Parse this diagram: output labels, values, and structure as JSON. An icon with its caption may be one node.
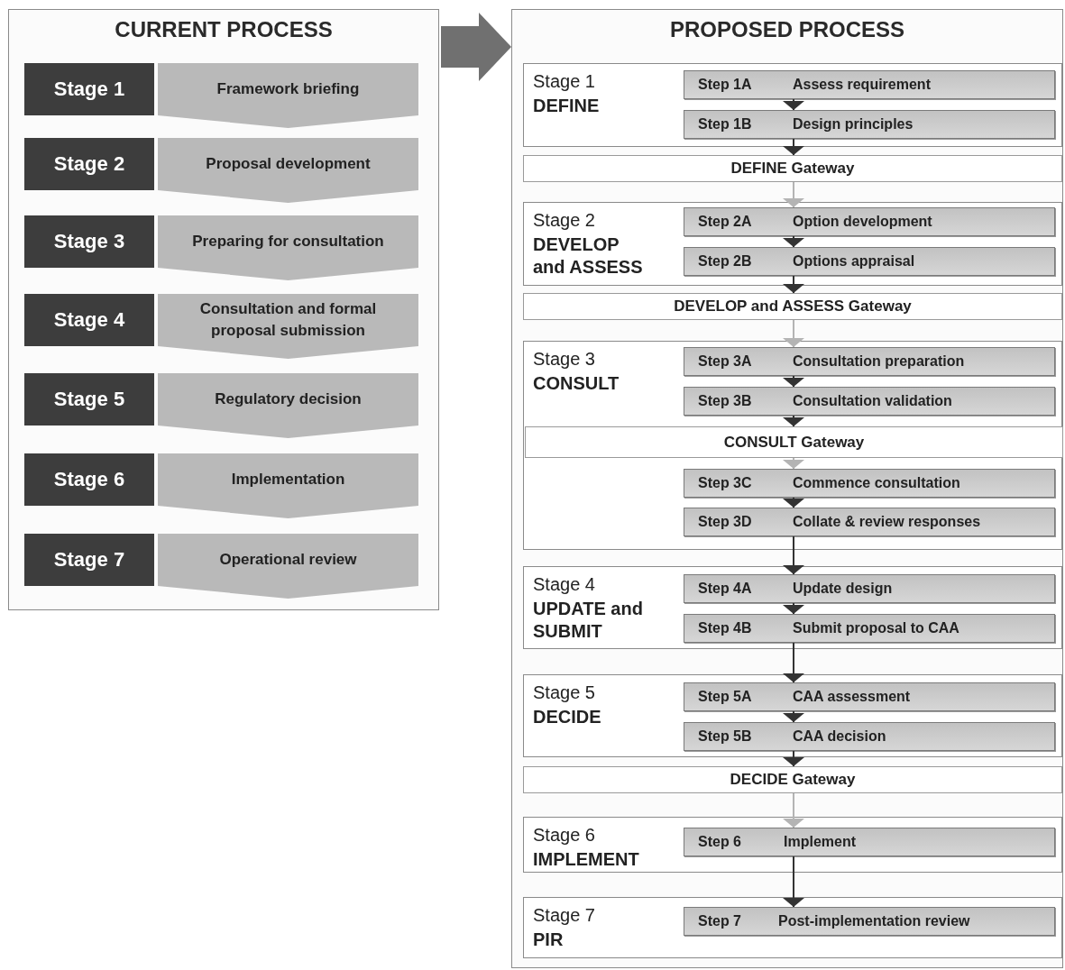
{
  "diagram": {
    "nodes": [
      {
        "text": [
          "CURRENT PROCESS"
        ]
      },
      {
        "text": [
          "Stage 1"
        ],
        "in": 0
      },
      {
        "text": [
          "Framework briefing"
        ],
        "in": 0
      },
      {
        "text": [
          "Stage 2"
        ],
        "in": 0
      },
      {
        "text": [
          "Proposal development"
        ],
        "in": 0
      },
      {
        "text": [
          "Stage 3"
        ],
        "in": 0
      },
      {
        "text": [
          "Preparing for consultation"
        ],
        "in": 0
      },
      {
        "text": [
          "Stage 4"
        ],
        "in": 0
      },
      {
        "text": [
          "Consultation and formal proposal submission"
        ],
        "in": 0
      },
      {
        "text": [
          "Stage 5"
        ],
        "in": 0
      },
      {
        "text": [
          "Regulatory decision"
        ],
        "in": 0
      },
      {
        "text": [
          "Stage 6"
        ],
        "in": 0
      },
      {
        "text": [
          "Implementation"
        ],
        "in": 0
      },
      {
        "text": [
          "Stage 7"
        ],
        "in": 0
      },
      {
        "text": [
          "Operational review"
        ],
        "in": 0
      },
      {
        "text": [
          "PROPOSED PROCESS"
        ]
      },
      {
        "text": [
          "Stage 1",
          "DEFINE"
        ],
        "in": 15
      },
      {
        "text": [
          "Step 1A",
          "Assess requirement"
        ],
        "in": 16
      },
      {
        "text": [
          "Step 1B",
          "Design principles"
        ],
        "in": 16
      },
      {
        "text": [
          "DEFINE Gateway"
        ],
        "in": 15
      },
      {
        "text": [
          "Stage 2",
          "DEVELOP and ASSESS"
        ],
        "in": 15
      },
      {
        "text": [
          "Step 2A",
          "Option development"
        ],
        "in": 20
      },
      {
        "text": [
          "Step 2B",
          "Options appraisal"
        ],
        "in": 20
      },
      {
        "text": [
          "DEVELOP and ASSESS Gateway"
        ],
        "in": 15
      },
      {
        "text": [
          "Stage 3",
          "CONSULT"
        ],
        "in": 15
      },
      {
        "text": [
          "Step 3A",
          "Consultation preparation"
        ],
        "in": 24
      },
      {
        "text": [
          "Step 3B",
          "Consultation validation"
        ],
        "in": 24
      },
      {
        "text": [
          "CONSULT Gateway"
        ],
        "in": 24
      },
      {
        "text": [
          "Step 3C",
          "Commence consultation"
        ],
        "in": 24
      },
      {
        "text": [
          "Step 3D",
          "Collate & review responses"
        ],
        "in": 24
      },
      {
        "text": [
          "Stage 4",
          "UPDATE and SUBMIT"
        ],
        "in": 15
      },
      {
        "text": [
          "Step 4A",
          "Update design"
        ],
        "in": 30
      },
      {
        "text": [
          "Step 4B",
          "Submit proposal to CAA"
        ],
        "in": 30
      },
      {
        "text": [
          "Stage 5",
          "DECIDE"
        ],
        "in": 15
      },
      {
        "text": [
          "Step 5A",
          "CAA assessment"
        ],
        "in": 33
      },
      {
        "text": [
          "Step 5B",
          "CAA decision"
        ],
        "in": 33
      },
      {
        "text": [
          "DECIDE Gateway"
        ],
        "in": 15
      },
      {
        "text": [
          "Stage 6",
          "IMPLEMENT"
        ],
        "in": 15
      },
      {
        "text": [
          "Step 6",
          "Implement"
        ],
        "in": 37
      },
      {
        "text": [
          "Stage 7",
          "PIR"
        ],
        "in": 15
      },
      {
        "text": [
          "Step 7",
          "Post-implementation review"
        ],
        "in": 39
      }
    ],
    "edges": [
      {
        "from": 0,
        "to": 15,
        "arrow": "to",
        "style": "thick",
        "color": "#707070"
      },
      {
        "from": 17,
        "to": 18,
        "arrow": "to"
      },
      {
        "from": 18,
        "to": 19,
        "arrow": "to"
      },
      {
        "from": 19,
        "to": 21,
        "arrow": "to",
        "color": "#b4b4b4"
      },
      {
        "from": 21,
        "to": 22,
        "arrow": "to"
      },
      {
        "from": 22,
        "to": 23,
        "arrow": "to"
      },
      {
        "from": 23,
        "to": 25,
        "arrow": "to",
        "color": "#b4b4b4"
      },
      {
        "from": 25,
        "to": 26,
        "arrow": "to"
      },
      {
        "from": 26,
        "to": 27,
        "arrow": "to"
      },
      {
        "from": 27,
        "to": 28,
        "arrow": "to",
        "color": "#b4b4b4"
      },
      {
        "from": 28,
        "to": 29,
        "arrow": "to"
      },
      {
        "from": 29,
        "to": 31,
        "arrow": "to"
      },
      {
        "from": 31,
        "to": 32,
        "arrow": "to"
      },
      {
        "from": 32,
        "to": 34,
        "arrow": "to"
      },
      {
        "from": 34,
        "to": 35,
        "arrow": "to"
      },
      {
        "from": 35,
        "to": 36,
        "arrow": "to"
      },
      {
        "from": 36,
        "to": 38,
        "arrow": "to",
        "color": "#b4b4b4"
      },
      {
        "from": 38,
        "to": 40,
        "arrow": "to"
      }
    ]
  }
}
